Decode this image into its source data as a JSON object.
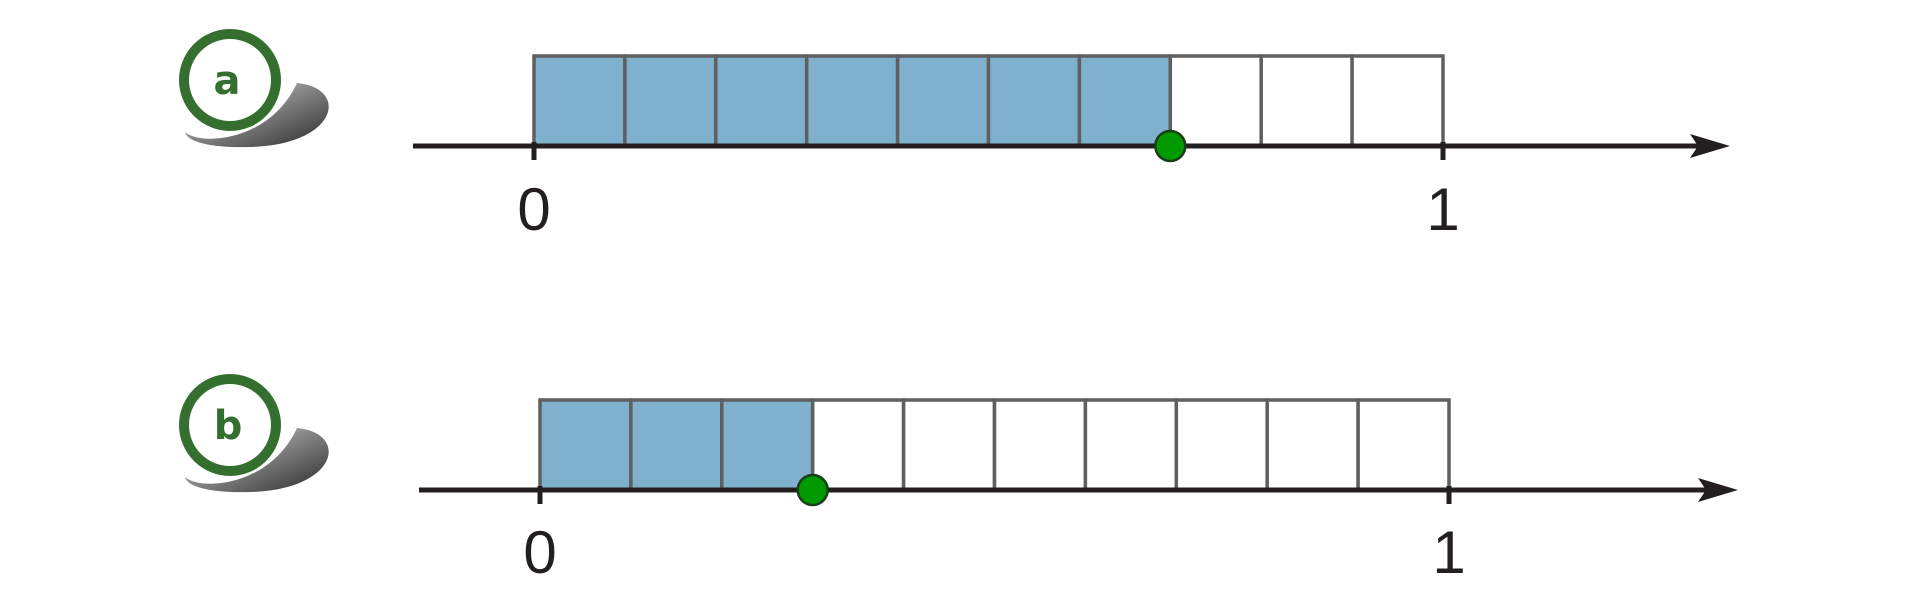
{
  "colors": {
    "filled": "#7fb1cf",
    "empty": "#ffffff",
    "cell_stroke": "#5f5f5f",
    "axis": "#231f20",
    "marker": "#009a00",
    "marker_stroke": "#1a3d1a",
    "badge": "#356f2f"
  },
  "panels": [
    {
      "badge": "a",
      "axis_start_label": "0",
      "axis_end_label": "1",
      "total_parts": 10,
      "filled_parts": 7,
      "marker_value": 0.7
    },
    {
      "badge": "b",
      "axis_start_label": "0",
      "axis_end_label": "1",
      "total_parts": 10,
      "filled_parts": 3,
      "marker_value": 0.3
    }
  ]
}
